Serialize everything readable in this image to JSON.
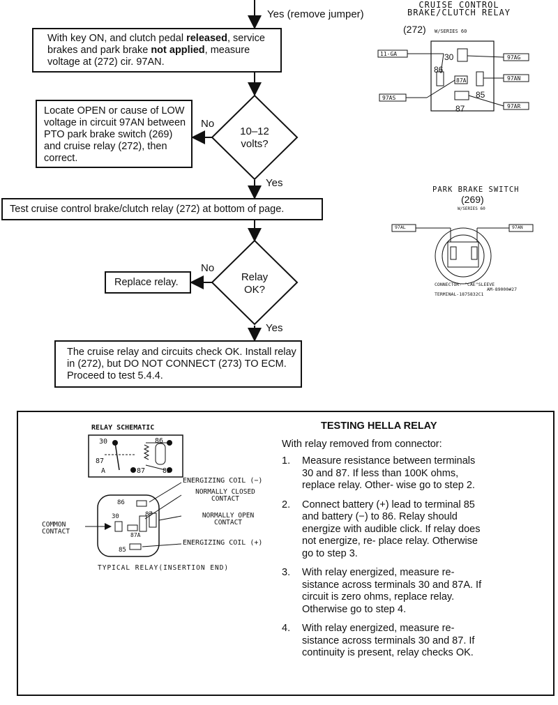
{
  "flow": {
    "top_label": "Yes (remove jumper)",
    "box1": {
      "pre": "With key ON, and clutch pedal ",
      "b1": "released",
      "mid": ", service brakes and park brake ",
      "b2": "not applied",
      "post": ", measure voltage at (272) cir. 97AN."
    },
    "box2": "Locate OPEN or cause of LOW voltage in circuit 97AN between PTO park brake switch (269) and cruise relay (272), then correct.",
    "diamond1": {
      "line1": "10–12",
      "line2": "volts?"
    },
    "diamond1_no": "No",
    "diamond1_yes": "Yes",
    "box3": "Test cruise control brake/clutch relay (272) at bottom of page.",
    "diamond2": {
      "line1": "Relay",
      "line2": "OK?"
    },
    "diamond2_no": "No",
    "diamond2_yes": "Yes",
    "box4": "Replace relay.",
    "box5": "The cruise relay and circuits check OK. Install relay in (272), but DO NOT CONNECT (273) TO ECM. Proceed to test 5.4.4."
  },
  "relay_connector": {
    "title1": "CRUISE CONTROL",
    "title2": "BRAKE/CLUTCH RELAY",
    "num": "(272)",
    "series": "W/SERIES 60",
    "wires": [
      "11-GA",
      "97AG",
      "97AN",
      "97AS",
      "97AR"
    ],
    "terminals": [
      "30",
      "86",
      "87A",
      "85",
      "87"
    ]
  },
  "park_switch": {
    "title": "PARK BRAKE SWITCH",
    "num": "(269)",
    "series": "W/SERIES 60",
    "wires": [
      "97AL",
      "97AN"
    ],
    "note1": "CONNECTOR- \"CAE\"SLEEVE",
    "note2": "AM-89000#27",
    "note3": "TERMINAL-1875832C1"
  },
  "test": {
    "schematic_title": "RELAY SCHEMATIC",
    "schem_terms": [
      "30",
      "86",
      "87",
      "85",
      "87",
      "A"
    ],
    "energizing_neg": "ENERGIZING COIL (−)",
    "normally_closed": "NORMALLY CLOSED",
    "contact1": "CONTACT",
    "normally_open": "NORMALLY OPEN",
    "contact2": "CONTACT",
    "common": "COMMON",
    "contact3": "CONTACT",
    "energizing_pos": "ENERGIZING COIL (+)",
    "relay_terms": [
      "86",
      "30",
      "87",
      "87A",
      "85"
    ],
    "caption": "TYPICAL RELAY(INSERTION END)",
    "heading": "TESTING HELLA RELAY",
    "intro": "With relay removed from connector:",
    "steps": [
      {
        "n": "1.",
        "t": "Measure resistance between terminals 30 and 87. If less than 100K ohms, replace relay. Other- wise go to step 2."
      },
      {
        "n": "2.",
        "t": "Connect battery (+) lead to terminal 85 and battery (−) to 86. Relay should energize with audible click. If relay does not energize, re- place relay. Otherwise go to step 3."
      },
      {
        "n": "3.",
        "t": "With relay energized, measure re- sistance across terminals 30 and 87A. If circuit is zero ohms, replace relay. Otherwise go to step 4."
      },
      {
        "n": "4.",
        "t": "With relay energized, measure re- sistance across terminals 30 and 87. If continuity is present, relay checks OK."
      }
    ]
  }
}
